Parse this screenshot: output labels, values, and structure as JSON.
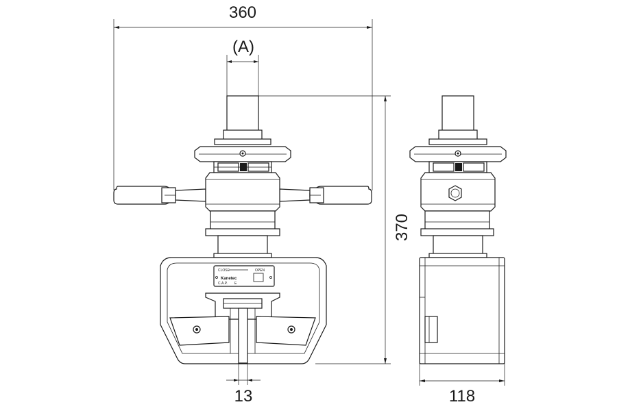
{
  "dimensions": {
    "overall_width": "360",
    "shaft": "(A)",
    "overall_height": "370",
    "jaw_gap": "13",
    "side_depth": "118"
  },
  "nameplate": {
    "close_label": "CLOSE",
    "open_label": "OPEN",
    "brand": "Kanetec",
    "code": "C.A.P.",
    "marker": "E"
  }
}
